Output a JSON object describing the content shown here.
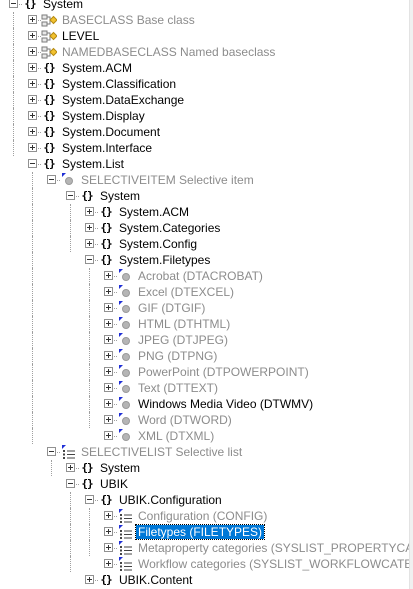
{
  "tree": {
    "rows": [
      {
        "label": "System",
        "level": 0,
        "icon": "namespace-braces-icon",
        "expander": "minus"
      },
      {
        "label": "BASECLASS Base class",
        "level": 1,
        "icon": "class-diagram-icon",
        "expander": "plus",
        "dim": true
      },
      {
        "label": "LEVEL",
        "level": 1,
        "icon": "class-diagram-icon",
        "expander": "plus"
      },
      {
        "label": "NAMEDBASECLASS Named baseclass",
        "level": 1,
        "icon": "class-diagram-icon",
        "expander": "plus",
        "dim": true
      },
      {
        "label": "System.ACM",
        "level": 1,
        "icon": "namespace-braces-icon",
        "expander": "plus"
      },
      {
        "label": "System.Classification",
        "level": 1,
        "icon": "namespace-braces-icon",
        "expander": "plus"
      },
      {
        "label": "System.DataExchange",
        "level": 1,
        "icon": "namespace-braces-icon",
        "expander": "plus"
      },
      {
        "label": "System.Display",
        "level": 1,
        "icon": "namespace-braces-icon",
        "expander": "plus"
      },
      {
        "label": "System.Document",
        "level": 1,
        "icon": "namespace-braces-icon",
        "expander": "plus"
      },
      {
        "label": "System.Interface",
        "level": 1,
        "icon": "namespace-braces-icon",
        "expander": "plus"
      },
      {
        "label": "System.List",
        "level": 1,
        "icon": "namespace-braces-icon",
        "expander": "minus"
      },
      {
        "label": "SELECTIVEITEM Selective item",
        "level": 2,
        "icon": "selective-item-icon",
        "expander": "minus",
        "dim": true
      },
      {
        "label": "System",
        "level": 3,
        "icon": "namespace-braces-icon",
        "expander": "minus"
      },
      {
        "label": "System.ACM",
        "level": 4,
        "icon": "namespace-braces-icon",
        "expander": "plus"
      },
      {
        "label": "System.Categories",
        "level": 4,
        "icon": "namespace-braces-icon",
        "expander": "plus"
      },
      {
        "label": "System.Config",
        "level": 4,
        "icon": "namespace-braces-icon",
        "expander": "plus"
      },
      {
        "label": "System.Filetypes",
        "level": 4,
        "icon": "namespace-braces-icon",
        "expander": "minus"
      },
      {
        "label": "Acrobat (DTACROBAT)",
        "level": 5,
        "icon": "selective-item-icon",
        "expander": "plus",
        "dim": true
      },
      {
        "label": "Excel (DTEXCEL)",
        "level": 5,
        "icon": "selective-item-icon",
        "expander": "plus",
        "dim": true
      },
      {
        "label": "GIF (DTGIF)",
        "level": 5,
        "icon": "selective-item-icon",
        "expander": "plus",
        "dim": true
      },
      {
        "label": "HTML (DTHTML)",
        "level": 5,
        "icon": "selective-item-icon",
        "expander": "plus",
        "dim": true
      },
      {
        "label": "JPEG (DTJPEG)",
        "level": 5,
        "icon": "selective-item-icon",
        "expander": "plus",
        "dim": true
      },
      {
        "label": "PNG (DTPNG)",
        "level": 5,
        "icon": "selective-item-icon",
        "expander": "plus",
        "dim": true
      },
      {
        "label": "PowerPoint (DTPOWERPOINT)",
        "level": 5,
        "icon": "selective-item-icon",
        "expander": "plus",
        "dim": true
      },
      {
        "label": "Text (DTTEXT)",
        "level": 5,
        "icon": "selective-item-icon",
        "expander": "plus",
        "dim": true
      },
      {
        "label": "Windows Media Video (DTWMV)",
        "level": 5,
        "icon": "selective-item-icon",
        "expander": "plus"
      },
      {
        "label": "Word (DTWORD)",
        "level": 5,
        "icon": "selective-item-icon",
        "expander": "plus",
        "dim": true
      },
      {
        "label": "XML (DTXML)",
        "level": 5,
        "icon": "selective-item-icon",
        "expander": "plus",
        "dim": true
      },
      {
        "label": "SELECTIVELIST Selective list",
        "level": 2,
        "icon": "selective-list-icon",
        "expander": "minus",
        "dim": true
      },
      {
        "label": "System",
        "level": 3,
        "icon": "namespace-braces-icon",
        "expander": "plus"
      },
      {
        "label": "UBIK",
        "level": 3,
        "icon": "namespace-braces-icon",
        "expander": "minus"
      },
      {
        "label": "UBIK.Configuration",
        "level": 4,
        "icon": "namespace-braces-icon",
        "expander": "minus"
      },
      {
        "label": "Configuration (CONFIG)",
        "level": 5,
        "icon": "selective-list-icon",
        "expander": "plus",
        "dim": true
      },
      {
        "label": "Filetypes (FILETYPES)",
        "level": 5,
        "icon": "selective-list-icon",
        "expander": "plus",
        "selected": true
      },
      {
        "label": "Metaproperty categories (SYSLIST_PROPERTYCATEGORIES)",
        "level": 5,
        "icon": "selective-list-icon",
        "expander": "plus",
        "dim": true
      },
      {
        "label": "Workflow categories (SYSLIST_WORKFLOWCATEGORIES)",
        "level": 5,
        "icon": "selective-list-icon",
        "expander": "plus",
        "dim": true
      },
      {
        "label": "UBIK.Content",
        "level": 4,
        "icon": "namespace-braces-icon",
        "expander": "plus"
      }
    ]
  }
}
